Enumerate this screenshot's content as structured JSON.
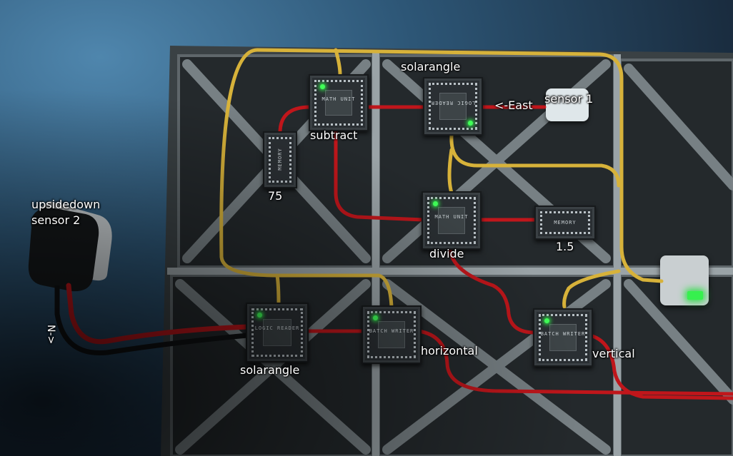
{
  "scene": {
    "type": "game-screenshot",
    "colors": {
      "wire_power": "#d7b23a",
      "wire_data": "#c0161b",
      "led": "#40ff57",
      "panel": "#2f3538",
      "frame": "#7d8589"
    }
  },
  "labels": {
    "sensor2_line1": "upsidedown",
    "sensor2_line2": "sensor 2",
    "sensor2_dir": "N->",
    "sensor1": "sensor 1",
    "east": "<-East",
    "solarangle_top": "solarangle",
    "subtract": "subtract",
    "memory_75": "75",
    "divide": "divide",
    "memory_1_5": "1.5",
    "solarangle_bottom": "solarangle",
    "horizontal": "horizontal",
    "vertical": "vertical"
  },
  "chips": {
    "math_unit_subtract": "MATH UNIT",
    "logic_reader_top": "LOGIC READER",
    "memory_75": "MEMORY",
    "math_unit_divide": "MATH UNIT",
    "memory_1_5": "MEMORY",
    "logic_reader_bottom": "LOGIC READER",
    "batch_writer_horizontal": "BATCH WRITER",
    "batch_writer_vertical": "BATCH WRITER"
  }
}
